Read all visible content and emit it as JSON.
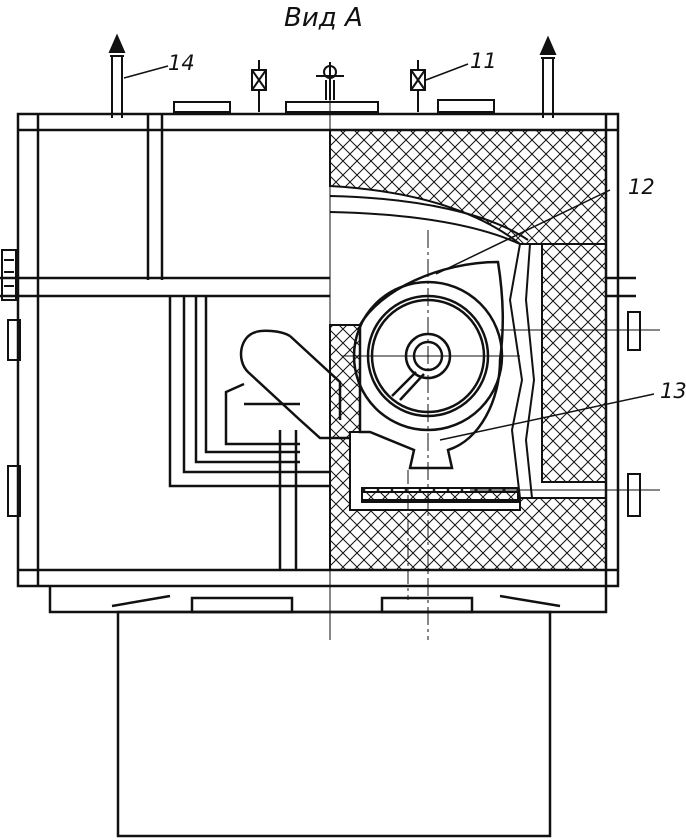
{
  "title": "Вид А",
  "callouts": {
    "c14": "14",
    "c11": "11",
    "c12": "12",
    "c13": "13"
  },
  "style": {
    "ink": "#111111",
    "paper": "#ffffff"
  }
}
